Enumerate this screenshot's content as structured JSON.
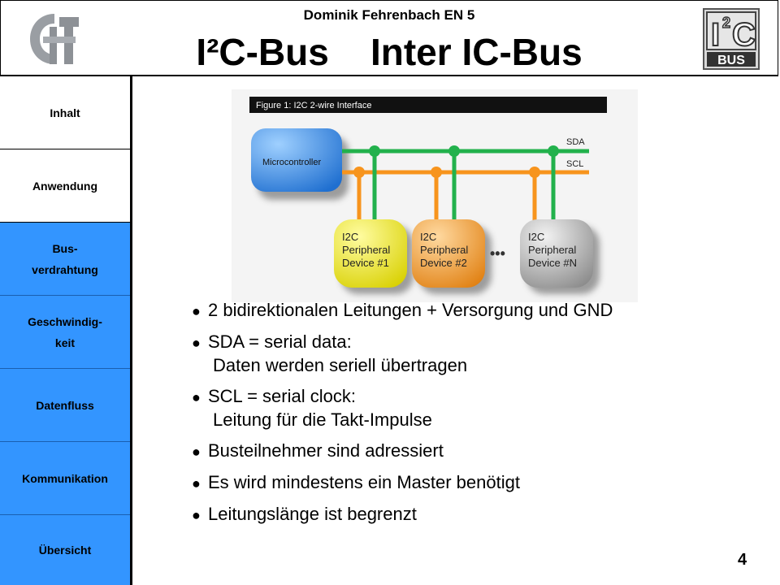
{
  "header": {
    "author": "Dominik Fehrenbach EN 5",
    "title": "I²C-Bus    Inter IC-Bus",
    "logo_right": {
      "line1": "I",
      "sup": "2",
      "line2": "C",
      "bus": "BUS"
    }
  },
  "nav": [
    {
      "line1": "Inhalt",
      "line2": "",
      "active": false
    },
    {
      "line1": "Anwendung",
      "line2": "",
      "active": false
    },
    {
      "line1": "Bus-",
      "line2": "verdrahtung",
      "active": true
    },
    {
      "line1": "Geschwindig-",
      "line2": "keit",
      "active": true
    },
    {
      "line1": "Datenfluss",
      "line2": "",
      "active": true
    },
    {
      "line1": "Kommunikation",
      "line2": "",
      "active": true
    },
    {
      "line1": "Übersicht",
      "line2": "",
      "active": true
    }
  ],
  "figure": {
    "caption": "Figure 1: I2C 2-wire Interface",
    "sda": "SDA",
    "scl": "SCL",
    "microcontroller": "Microcontroller",
    "ellipsis": "•••",
    "devices": [
      {
        "l1": "I2C",
        "l2": "Peripheral",
        "l3": "Device #1",
        "color": "#f3f01a"
      },
      {
        "l1": "I2C",
        "l2": "Peripheral",
        "l3": "Device #2",
        "color": "#f5a02a"
      },
      {
        "l1": "I2C",
        "l2": "Peripheral",
        "l3": "Device #N",
        "color": "#b8b8b8"
      }
    ],
    "colors": {
      "sda": "#22b14c",
      "scl": "#f7941d",
      "micro": "#2f8fe8"
    }
  },
  "bullets": [
    {
      "text": "2 bidirektionalen Leitungen + Versorgung und GND",
      "sub": ""
    },
    {
      "text": "SDA = serial data:",
      "sub": "Daten werden seriell übertragen"
    },
    {
      "text": "SCL = serial clock:",
      "sub": "Leitung für die Takt-Impulse"
    },
    {
      "text": "Busteilnehmer sind adressiert",
      "sub": ""
    },
    {
      "text": "Es wird mindestens ein Master benötigt",
      "sub": ""
    },
    {
      "text": "Leitungslänge ist begrenzt",
      "sub": ""
    }
  ],
  "bullet_symbol": "●",
  "page_number": "4"
}
